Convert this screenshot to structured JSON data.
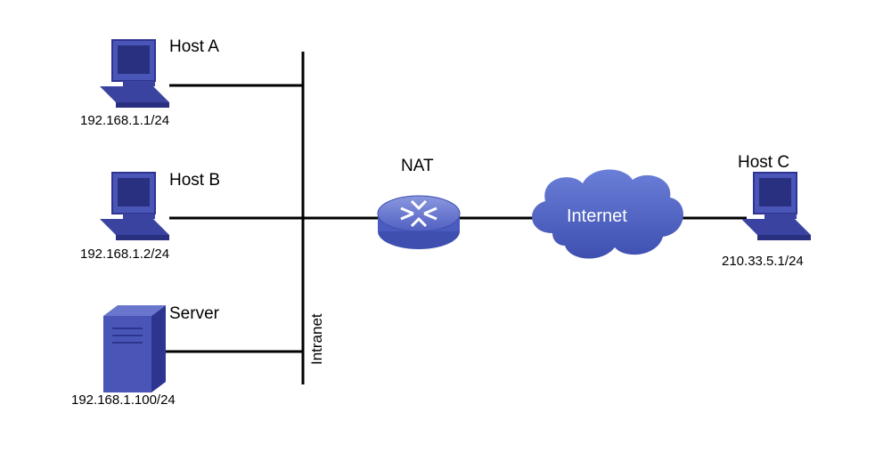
{
  "hosts": {
    "host_a": {
      "name": "Host A",
      "ip": "192.168.1.1/24"
    },
    "host_b": {
      "name": "Host B",
      "ip": "192.168.1.2/24"
    },
    "server": {
      "name": "Server",
      "ip": "192.168.1.100/24"
    },
    "host_c": {
      "name": "Host C",
      "ip": "210.33.5.1/24"
    }
  },
  "nat": {
    "label": "NAT"
  },
  "internet": {
    "label": "Internet"
  },
  "intranet": {
    "label": "Intranet"
  },
  "colors": {
    "device_blue": "#4a55b8",
    "device_dark": "#2e3590",
    "cloud_blue": "#4a5cc0",
    "line": "#000000"
  },
  "icons": {
    "host": "computer-icon",
    "server": "server-icon",
    "nat": "router-icon",
    "internet": "cloud-icon"
  }
}
